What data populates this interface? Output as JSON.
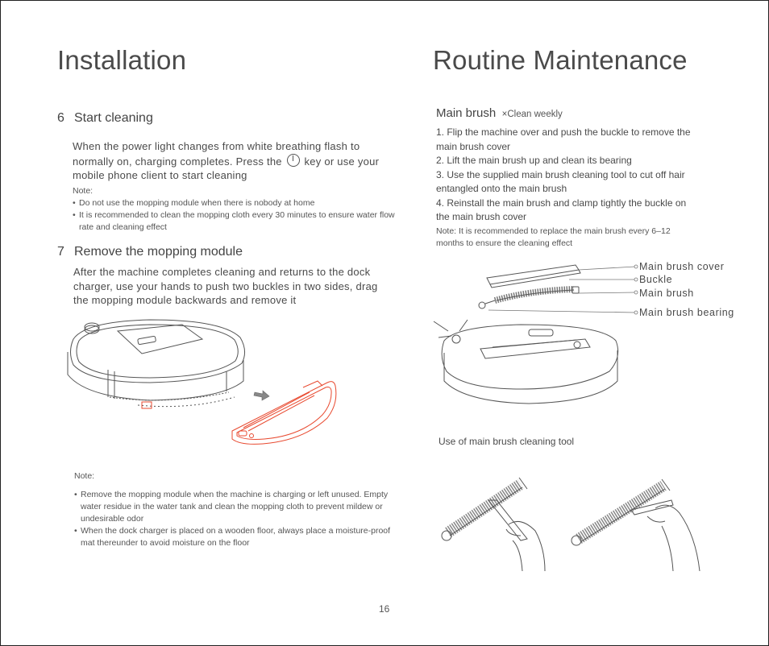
{
  "left": {
    "title": "Installation",
    "step6": {
      "number": "6",
      "heading": "Start cleaning",
      "body_before_icon": "When the power light changes from white breathing flash to normally on, charging completes. Press the",
      "body_after_icon": "key or use your mobile phone client to start cleaning",
      "note_label": "Note:",
      "notes": [
        "Do not use the mopping module when there is nobody at home",
        "It is recommended to clean the mopping cloth every 30 minutes to ensure water flow rate and cleaning effect"
      ]
    },
    "step7": {
      "number": "7",
      "heading": "Remove the mopping module",
      "body": "After the machine completes cleaning and returns to the dock charger, use your hands to push two buckles in two sides, drag the mopping module backwards and remove it"
    },
    "bottom_note": {
      "label": "Note:",
      "items": [
        "Remove the mopping module when the machine is charging or left unused. Empty water residue in the water tank and clean the mopping cloth to prevent mildew or undesirable odor",
        "When the dock charger is placed on a wooden floor, always place a moisture-proof mat thereunder to avoid moisture on the floor"
      ]
    }
  },
  "right": {
    "title": "Routine Maintenance",
    "main_brush": {
      "heading": "Main brush",
      "frequency": "×Clean weekly",
      "steps": [
        "1. Flip the machine over and push the buckle to remove the main brush cover",
        "2. Lift the main brush up and clean its bearing",
        "3. Use the supplied main brush cleaning tool to cut off hair entangled onto the main brush",
        "4. Reinstall the main brush and clamp tightly the buckle on the main brush cover"
      ],
      "note_label": "Note:",
      "note_text": "It is recommended to replace the main brush every 6–12 months to ensure the cleaning effect"
    },
    "callouts": [
      "Main brush cover",
      "Buckle",
      "Main brush",
      "Main brush bearing"
    ],
    "tool_caption": "Use of main brush cleaning tool"
  },
  "page_number": "16",
  "colors": {
    "accent_red": "#e8492f",
    "line": "#555555"
  },
  "icons": [
    "power-key-icon",
    "push-arrow-icon"
  ]
}
